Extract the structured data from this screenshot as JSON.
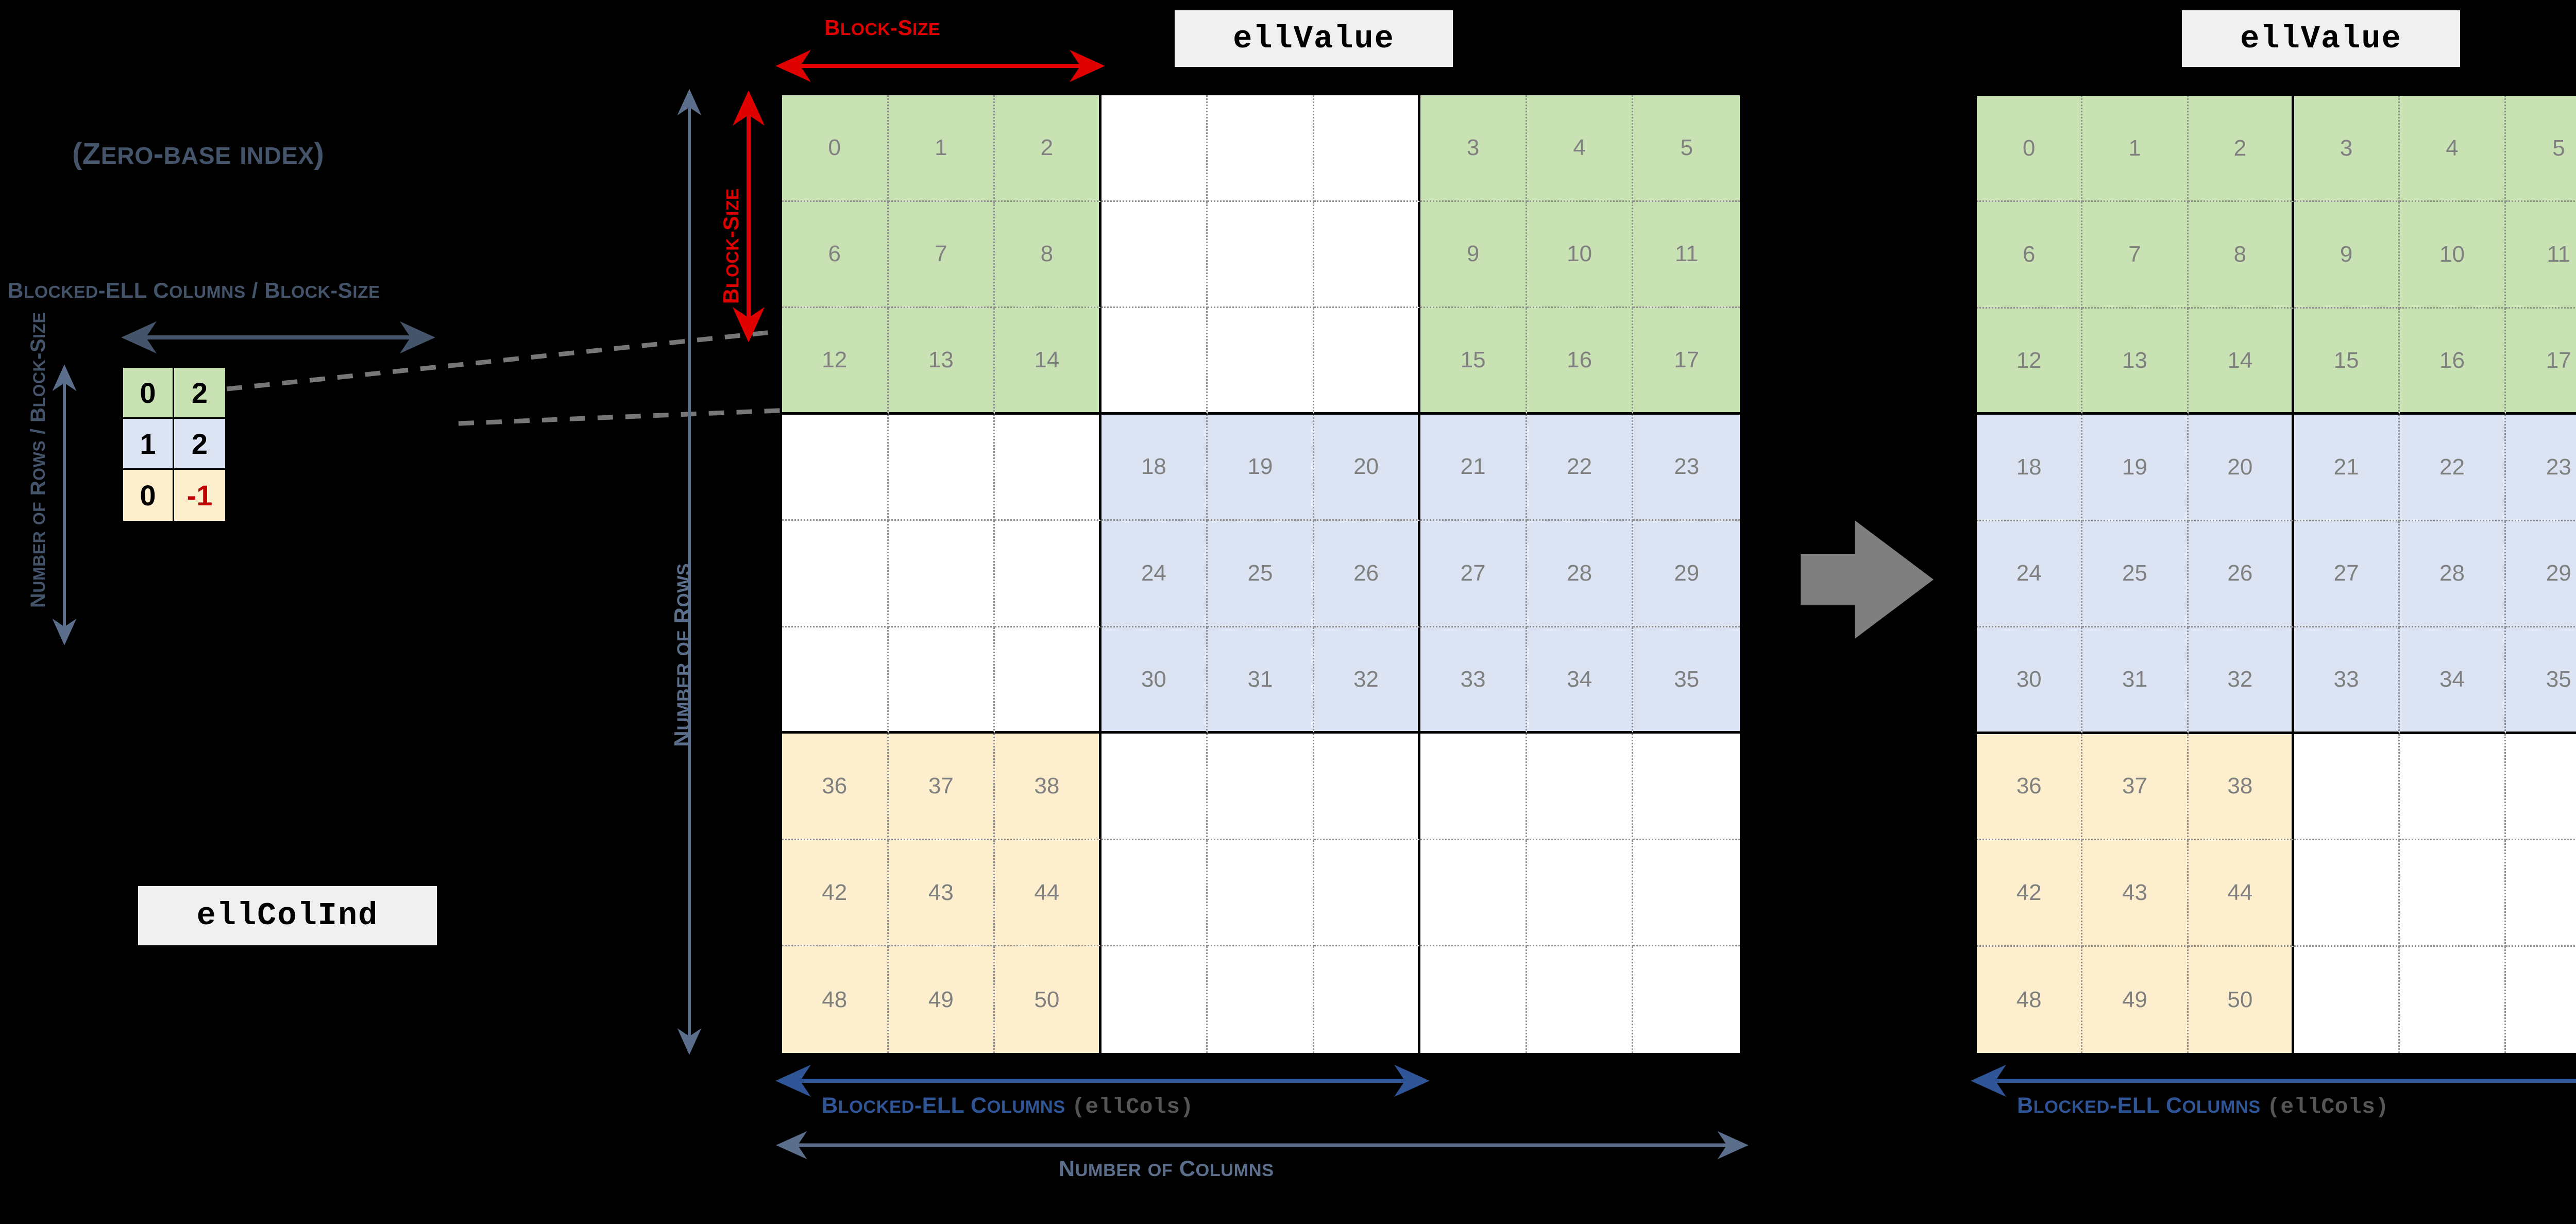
{
  "colors": {
    "green": "#c9e2b4",
    "blue": "#dce4f4",
    "yellow": "#fdefcd",
    "accent_red": "#e00000",
    "accent_blue": "#2f5597",
    "label_slate": "#44546a",
    "cell_text": "#808080",
    "negative_red": "#c00000",
    "arrow_gray": "#808080"
  },
  "labels": {
    "zero_base_index": "(Zero-base index)",
    "blocked_ell_cols_over_block_size": "Blocked-ELL Columns / Block-Size",
    "number_of_rows_over_block_size": "Number of Rows / Block-Size",
    "ell_col_ind": "ellColInd",
    "ell_value": "ellValue",
    "block_size_horizontal": "Block-Size",
    "block_size_vertical": "Block-Size",
    "number_of_rows": "Number of Rows",
    "blocked_ell_columns_ellcols": "Blocked-ELL Columns (ellCols)",
    "blocked_ell_columns_prefix": "Blocked-ELL Columns",
    "ellcols_code": "(ellCols)",
    "number_of_columns": "Number of Columns"
  },
  "ell_col_ind": {
    "caption": "ellColInd",
    "rows": [
      {
        "tint": "g",
        "values": [
          "0",
          "2"
        ]
      },
      {
        "tint": "b",
        "values": [
          "1",
          "2"
        ]
      },
      {
        "tint": "y",
        "values": [
          "0",
          "-1"
        ]
      }
    ],
    "negative_marker": "-1"
  },
  "sparse_matrix": {
    "caption": "ellValue",
    "rows": 9,
    "cols": 9,
    "block_size": 3,
    "block_rows": 3,
    "block_cols": 3,
    "blocks": [
      {
        "row": 0,
        "col": 0,
        "tint": "g",
        "values": [
          [
            "0",
            "1",
            "2"
          ],
          [
            "6",
            "7",
            "8"
          ],
          [
            "12",
            "13",
            "14"
          ]
        ]
      },
      {
        "row": 0,
        "col": 1,
        "tint": "w",
        "values": [
          [
            "",
            "",
            ""
          ],
          [
            "",
            "",
            ""
          ],
          [
            "",
            "",
            ""
          ]
        ]
      },
      {
        "row": 0,
        "col": 2,
        "tint": "g",
        "values": [
          [
            "3",
            "4",
            "5"
          ],
          [
            "9",
            "10",
            "11"
          ],
          [
            "15",
            "16",
            "17"
          ]
        ]
      },
      {
        "row": 1,
        "col": 0,
        "tint": "w",
        "values": [
          [
            "",
            "",
            ""
          ],
          [
            "",
            "",
            ""
          ],
          [
            "",
            "",
            ""
          ]
        ]
      },
      {
        "row": 1,
        "col": 1,
        "tint": "b",
        "values": [
          [
            "18",
            "19",
            "20"
          ],
          [
            "24",
            "25",
            "26"
          ],
          [
            "30",
            "31",
            "32"
          ]
        ]
      },
      {
        "row": 1,
        "col": 2,
        "tint": "b",
        "values": [
          [
            "21",
            "22",
            "23"
          ],
          [
            "27",
            "28",
            "29"
          ],
          [
            "33",
            "34",
            "35"
          ]
        ]
      },
      {
        "row": 2,
        "col": 0,
        "tint": "y",
        "values": [
          [
            "36",
            "37",
            "38"
          ],
          [
            "42",
            "43",
            "44"
          ],
          [
            "48",
            "49",
            "50"
          ]
        ]
      },
      {
        "row": 2,
        "col": 1,
        "tint": "w",
        "values": [
          [
            "",
            "",
            ""
          ],
          [
            "",
            "",
            ""
          ],
          [
            "",
            "",
            ""
          ]
        ]
      },
      {
        "row": 2,
        "col": 2,
        "tint": "w",
        "values": [
          [
            "",
            "",
            ""
          ],
          [
            "",
            "",
            ""
          ],
          [
            "",
            "",
            ""
          ]
        ]
      }
    ]
  },
  "compact_matrix": {
    "caption": "ellValue",
    "rows": 9,
    "cols": 6,
    "block_size": 3,
    "block_rows": 3,
    "block_cols": 2,
    "blocks": [
      {
        "row": 0,
        "col": 0,
        "tint": "g",
        "values": [
          [
            "0",
            "1",
            "2"
          ],
          [
            "6",
            "7",
            "8"
          ],
          [
            "12",
            "13",
            "14"
          ]
        ]
      },
      {
        "row": 0,
        "col": 1,
        "tint": "g",
        "values": [
          [
            "3",
            "4",
            "5"
          ],
          [
            "9",
            "10",
            "11"
          ],
          [
            "15",
            "16",
            "17"
          ]
        ]
      },
      {
        "row": 1,
        "col": 0,
        "tint": "b",
        "values": [
          [
            "18",
            "19",
            "20"
          ],
          [
            "24",
            "25",
            "26"
          ],
          [
            "30",
            "31",
            "32"
          ]
        ]
      },
      {
        "row": 1,
        "col": 1,
        "tint": "b",
        "values": [
          [
            "21",
            "22",
            "23"
          ],
          [
            "27",
            "28",
            "29"
          ],
          [
            "33",
            "34",
            "35"
          ]
        ]
      },
      {
        "row": 2,
        "col": 0,
        "tint": "y",
        "values": [
          [
            "36",
            "37",
            "38"
          ],
          [
            "42",
            "43",
            "44"
          ],
          [
            "48",
            "49",
            "50"
          ]
        ]
      },
      {
        "row": 2,
        "col": 1,
        "tint": "w",
        "values": [
          [
            "",
            "",
            ""
          ],
          [
            "",
            "",
            ""
          ],
          [
            "",
            "",
            ""
          ]
        ]
      }
    ]
  },
  "transform_arrow": "right-arrow"
}
